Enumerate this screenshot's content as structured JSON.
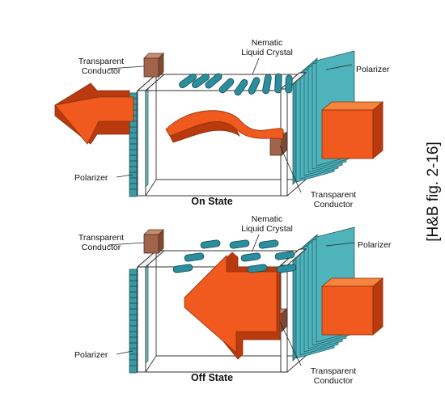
{
  "panels": {
    "on": {
      "state": "On State",
      "nematic_line1": "Nematic",
      "nematic_line2": "Liquid Crystal",
      "conductor_top_line1": "Transparent",
      "conductor_top_line2": "Conductor",
      "polarizer_left": "Polarizer",
      "polarizer_right": "Polarizer",
      "conductor_bottom_line1": "Transparent",
      "conductor_bottom_line2": "Conductor"
    },
    "off": {
      "state": "Off State",
      "nematic_line1": "Nematic",
      "nematic_line2": "Liquid Crystal",
      "conductor_top_line1": "Transparent",
      "conductor_top_line2": "Conductor",
      "polarizer_left": "Polarizer",
      "polarizer_right": "Polarizer",
      "conductor_bottom_line1": "Transparent",
      "conductor_bottom_line2": "Conductor"
    }
  },
  "citation": "[H&B fig. 2-16]",
  "colors": {
    "arrow": "#f05a1e",
    "arrow_dark": "#b83a0e",
    "crystal": "#2b8e9c",
    "polarizer": "#3c9aa4",
    "conductor": "#a0644a"
  }
}
